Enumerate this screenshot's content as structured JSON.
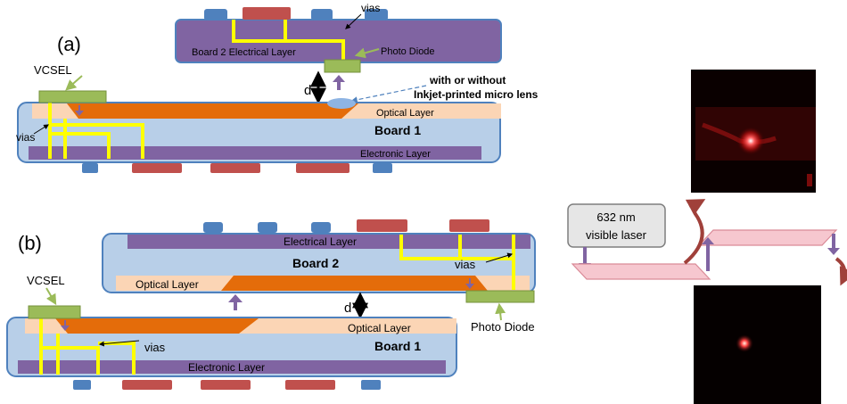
{
  "panel_a": {
    "label": "(a)",
    "vcsel": "VCSEL",
    "vias_left": "vias",
    "vias_top": "vias",
    "board2_layer": "Board 2 Electrical Layer",
    "photo_diode": "Photo Diode",
    "gap": "d",
    "lens_note_line1": "with or without",
    "lens_note_line2": "Inkjet-printed micro lens",
    "optical_layer": "Optical Layer",
    "board1": "Board 1",
    "electronic_layer": "Electronic Layer"
  },
  "panel_b": {
    "label": "(b)",
    "vcsel": "VCSEL",
    "electrical_layer": "Electrical Layer",
    "board2": "Board 2",
    "vias_right": "vias",
    "optical_layer_top": "Optical Layer",
    "gap": "d",
    "optical_layer_bottom": "Optical Layer",
    "vias_left": "vias",
    "board1": "Board 1",
    "electronic_layer": "Electronic Layer",
    "photo_diode": "Photo Diode"
  },
  "laser_setup": {
    "source_line1": "632 nm",
    "source_line2": "visible laser"
  },
  "colors": {
    "board_fill": "#b8cfe8",
    "board_stroke": "#4f81bd",
    "electrical_layer": "#8064a2",
    "optical_layer": "#fbd5b5",
    "waveguide": "#e46c0a",
    "vias": "#ffff00",
    "component_green": "#9bbb59",
    "chip_red": "#c0504d",
    "chip_blue": "#4f81bd",
    "arrow_purple": "#8064a2",
    "curve_arrow": "#a0403a"
  }
}
